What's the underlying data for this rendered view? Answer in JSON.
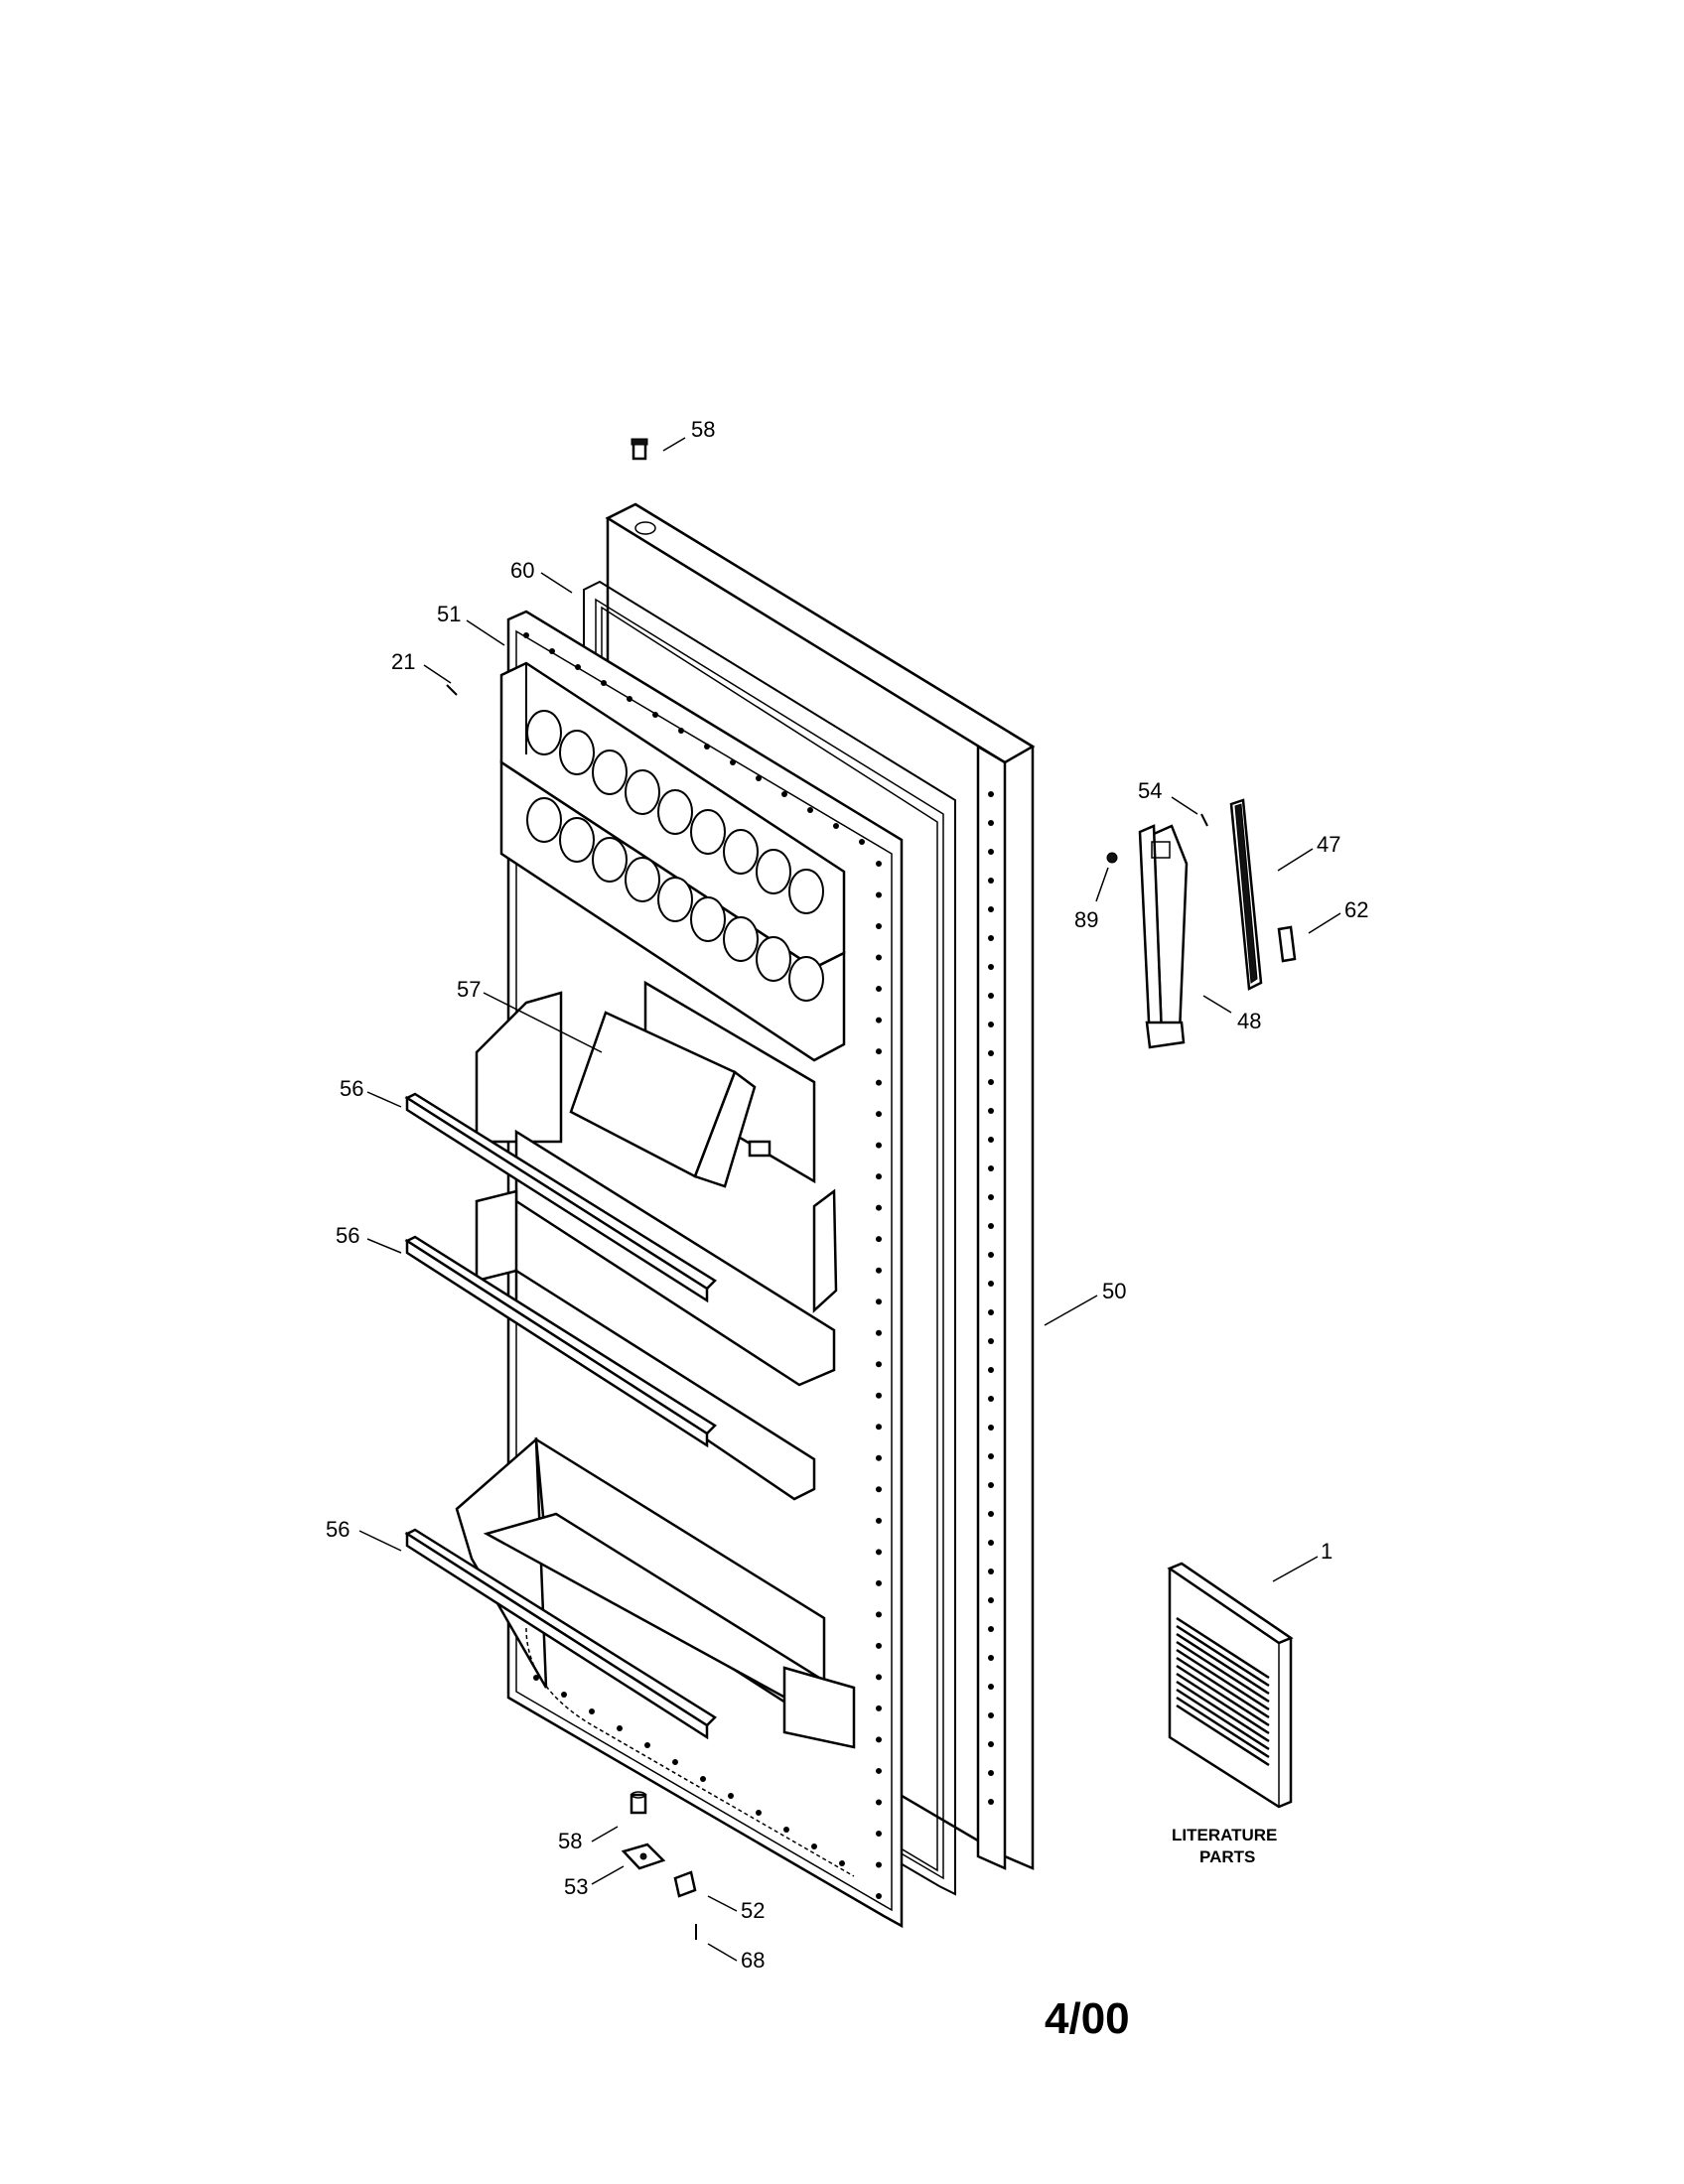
{
  "diagram": {
    "callouts": [
      {
        "id": "c58-top",
        "label": "58"
      },
      {
        "id": "c60",
        "label": "60"
      },
      {
        "id": "c51",
        "label": "51"
      },
      {
        "id": "c21",
        "label": "21"
      },
      {
        "id": "c57",
        "label": "57"
      },
      {
        "id": "c56-a",
        "label": "56"
      },
      {
        "id": "c56-b",
        "label": "56"
      },
      {
        "id": "c56-c",
        "label": "56"
      },
      {
        "id": "c50",
        "label": "50"
      },
      {
        "id": "c54",
        "label": "54"
      },
      {
        "id": "c47",
        "label": "47"
      },
      {
        "id": "c89",
        "label": "89"
      },
      {
        "id": "c62",
        "label": "62"
      },
      {
        "id": "c48",
        "label": "48"
      },
      {
        "id": "c1",
        "label": "1"
      },
      {
        "id": "c58-bottom",
        "label": "58"
      },
      {
        "id": "c53",
        "label": "53"
      },
      {
        "id": "c52",
        "label": "52"
      },
      {
        "id": "c68",
        "label": "68"
      }
    ],
    "literature_label_line1": "LITERATURE",
    "literature_label_line2": "PARTS",
    "revision_date": "4/00"
  }
}
